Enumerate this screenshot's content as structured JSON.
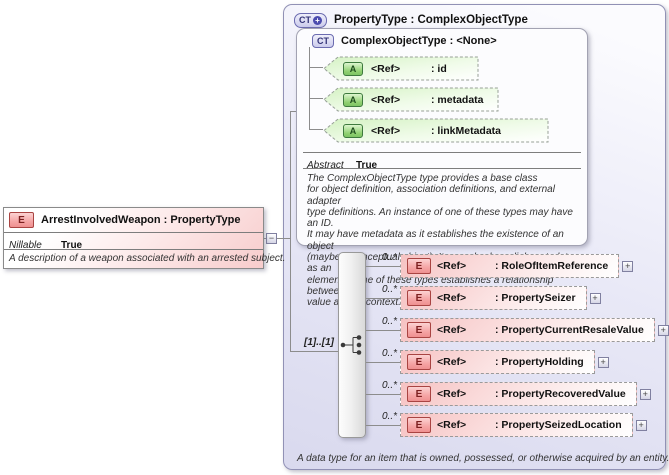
{
  "icons": {
    "collapse": "−",
    "expand": "+",
    "extension_plus": "+"
  },
  "colors": {
    "element_border": "#a94442",
    "element_fill": "#f7cccc",
    "attribute_border": "#3e7a3e",
    "attribute_fill": "#b7e8a0",
    "type_border": "#6b6bb0",
    "type_fill": "#e3e3f5",
    "connector": "#8c8c8c"
  },
  "element_box": {
    "badge": "E",
    "title": "ArrestInvolvedWeapon : PropertyType",
    "facet_label": "Nillable",
    "facet_value": "True",
    "annotation": "A description of a weapon associated with an arrested subject."
  },
  "type_box": {
    "badge": "CT",
    "title": "PropertyType : ComplexObjectType",
    "annotation": "A data type for an item that is owned, possessed, or otherwise acquired by an entity.",
    "base": {
      "badge": "CT",
      "title": "ComplexObjectType : <None>",
      "attributes": [
        {
          "badge": "A",
          "ref": "<Ref>",
          "name": ": id"
        },
        {
          "badge": "A",
          "ref": "<Ref>",
          "name": ": metadata"
        },
        {
          "badge": "A",
          "ref": "<Ref>",
          "name": ": linkMetadata"
        }
      ],
      "facet_label": "Abstract",
      "facet_value": "True",
      "annotation": "The ComplexObjectType type provides a base class\nfor object definition, association definitions, and external adapter\ntype definitions. An instance of one of these types may have an ID.\nIt may have metadata as it establishes the existence of an object\n(maybe a conceptual object). It may also have link metadata, as an\nelement of one of these types establishes a relationship between its\nvalue and its context."
    },
    "sequence": {
      "cardinality": "[1]..[1]",
      "children": [
        {
          "badge": "E",
          "ref": "<Ref>",
          "name": ": RoleOfItemReference",
          "occurs": "0..*"
        },
        {
          "badge": "E",
          "ref": "<Ref>",
          "name": ": PropertySeizer",
          "occurs": "0..*"
        },
        {
          "badge": "E",
          "ref": "<Ref>",
          "name": ": PropertyCurrentResaleValue",
          "occurs": "0..*"
        },
        {
          "badge": "E",
          "ref": "<Ref>",
          "name": ": PropertyHolding",
          "occurs": "0..*"
        },
        {
          "badge": "E",
          "ref": "<Ref>",
          "name": ": PropertyRecoveredValue",
          "occurs": "0..*"
        },
        {
          "badge": "E",
          "ref": "<Ref>",
          "name": ": PropertySeizedLocation",
          "occurs": "0..*"
        }
      ]
    }
  }
}
